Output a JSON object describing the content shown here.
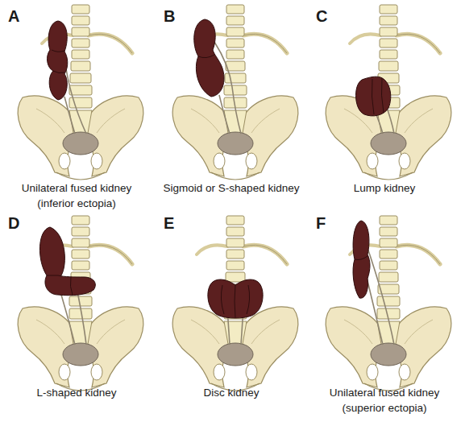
{
  "diagram": {
    "labels": [
      "A",
      "Unilateral fused kidney (inferior ectopia)",
      "B",
      "Sigmoid or S-shaped kidney",
      "C",
      "Lump kidney",
      "D",
      "L-shaped kidney",
      "E",
      "Disc kidney",
      "F",
      "Unilateral fused kidney (superior ectopia)"
    ]
  }
}
